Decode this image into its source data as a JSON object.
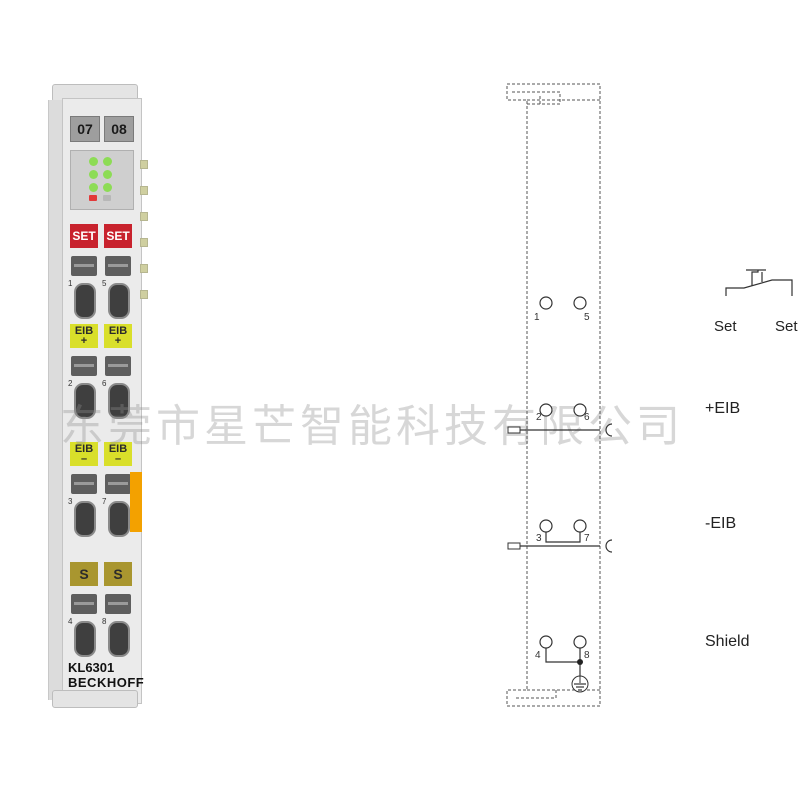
{
  "module": {
    "channel_numbers": [
      "07",
      "08"
    ],
    "labels": {
      "set": [
        "SET",
        "SET"
      ],
      "eib_plus": [
        "EIB",
        "EIB"
      ],
      "eib_plus_sign": "+",
      "eib_minus": [
        "EIB",
        "EIB"
      ],
      "eib_minus_sign": "–",
      "shield": [
        "S",
        "S"
      ]
    },
    "terminal_numbers": [
      "1",
      "5",
      "2",
      "6",
      "3",
      "7",
      "4",
      "8"
    ],
    "model": "KL6301",
    "brand": "BECKHOFF",
    "colors": {
      "set": "#c8222d",
      "eib": "#d9df2a",
      "shield": "#a9962f",
      "status_orange": "#f3a100"
    }
  },
  "diagram": {
    "terminals": [
      "1",
      "5",
      "2",
      "6",
      "3",
      "7",
      "4",
      "8"
    ],
    "labels": {
      "set_left": "Set",
      "set_right": "Set",
      "eib_plus": "+EIB",
      "eib_minus": "-EIB",
      "shield": "Shield"
    }
  },
  "watermark": "东莞市星芒智能科技有限公司"
}
